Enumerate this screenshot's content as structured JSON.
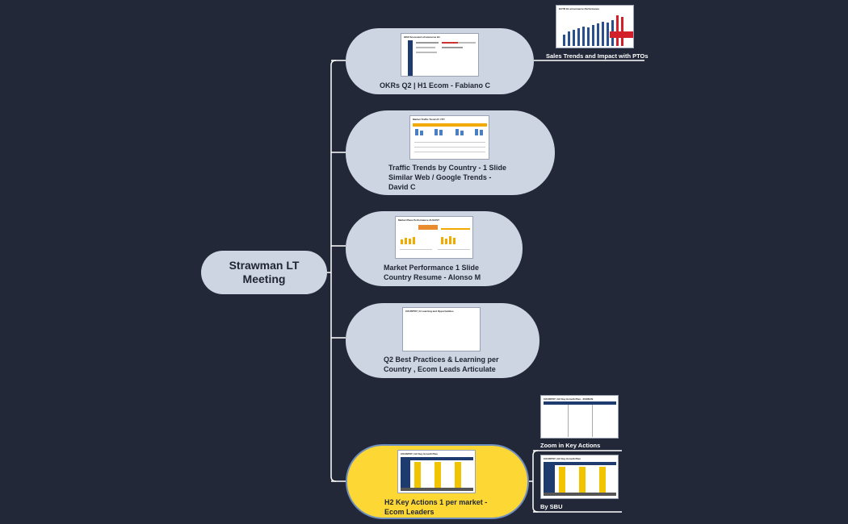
{
  "root": {
    "label_line1": "Strawman LT",
    "label_line2": "Meeting"
  },
  "branches": [
    {
      "label": "OKRs Q2 | H1 Ecom - Fabiano C",
      "thumb_title": "OKR Scorecard eCommerce H1"
    },
    {
      "label_line1": "Traffic Trends by Country - 1 Slide",
      "label_line2": "Similar Web / Google Trends -",
      "label_line3": "David C",
      "thumb_title": "Market Traffic Trend AY YPY"
    },
    {
      "label_line1": "Market Performance 1 Slide",
      "label_line2": "Country Resume - Alonso M",
      "thumb_title": "Market Place Performance AUGUST"
    },
    {
      "label_line1": "Q2 Best Practices & Learning per",
      "label_line2": "Country , Ecom Leads Articulate",
      "thumb_title": "COUNTRY | H Learning and Opportunities"
    },
    {
      "label_line1": "H2 Key Actions 1 per market -",
      "label_line2": "Ecom Leaders",
      "thumb_title": "COUNTRY | H2 Key Growth Plan"
    }
  ],
  "subtopics": [
    {
      "label": "Sales Trends and Impact with PTOs",
      "thumb_title": "ECTR H1 eCommerce Performance"
    },
    {
      "label": "Zoom in Key Actions",
      "thumb_title": "COUNTRY | H2 Key Growth Plan - ZOOM IN"
    },
    {
      "label": "By SBU",
      "thumb_title": "COUNTRY | H2 Key Growth Plan"
    }
  ],
  "colors": {
    "background": "#232838",
    "node": "#cdd5e2",
    "highlight": "#fdd835",
    "connector": "#ffffff"
  }
}
